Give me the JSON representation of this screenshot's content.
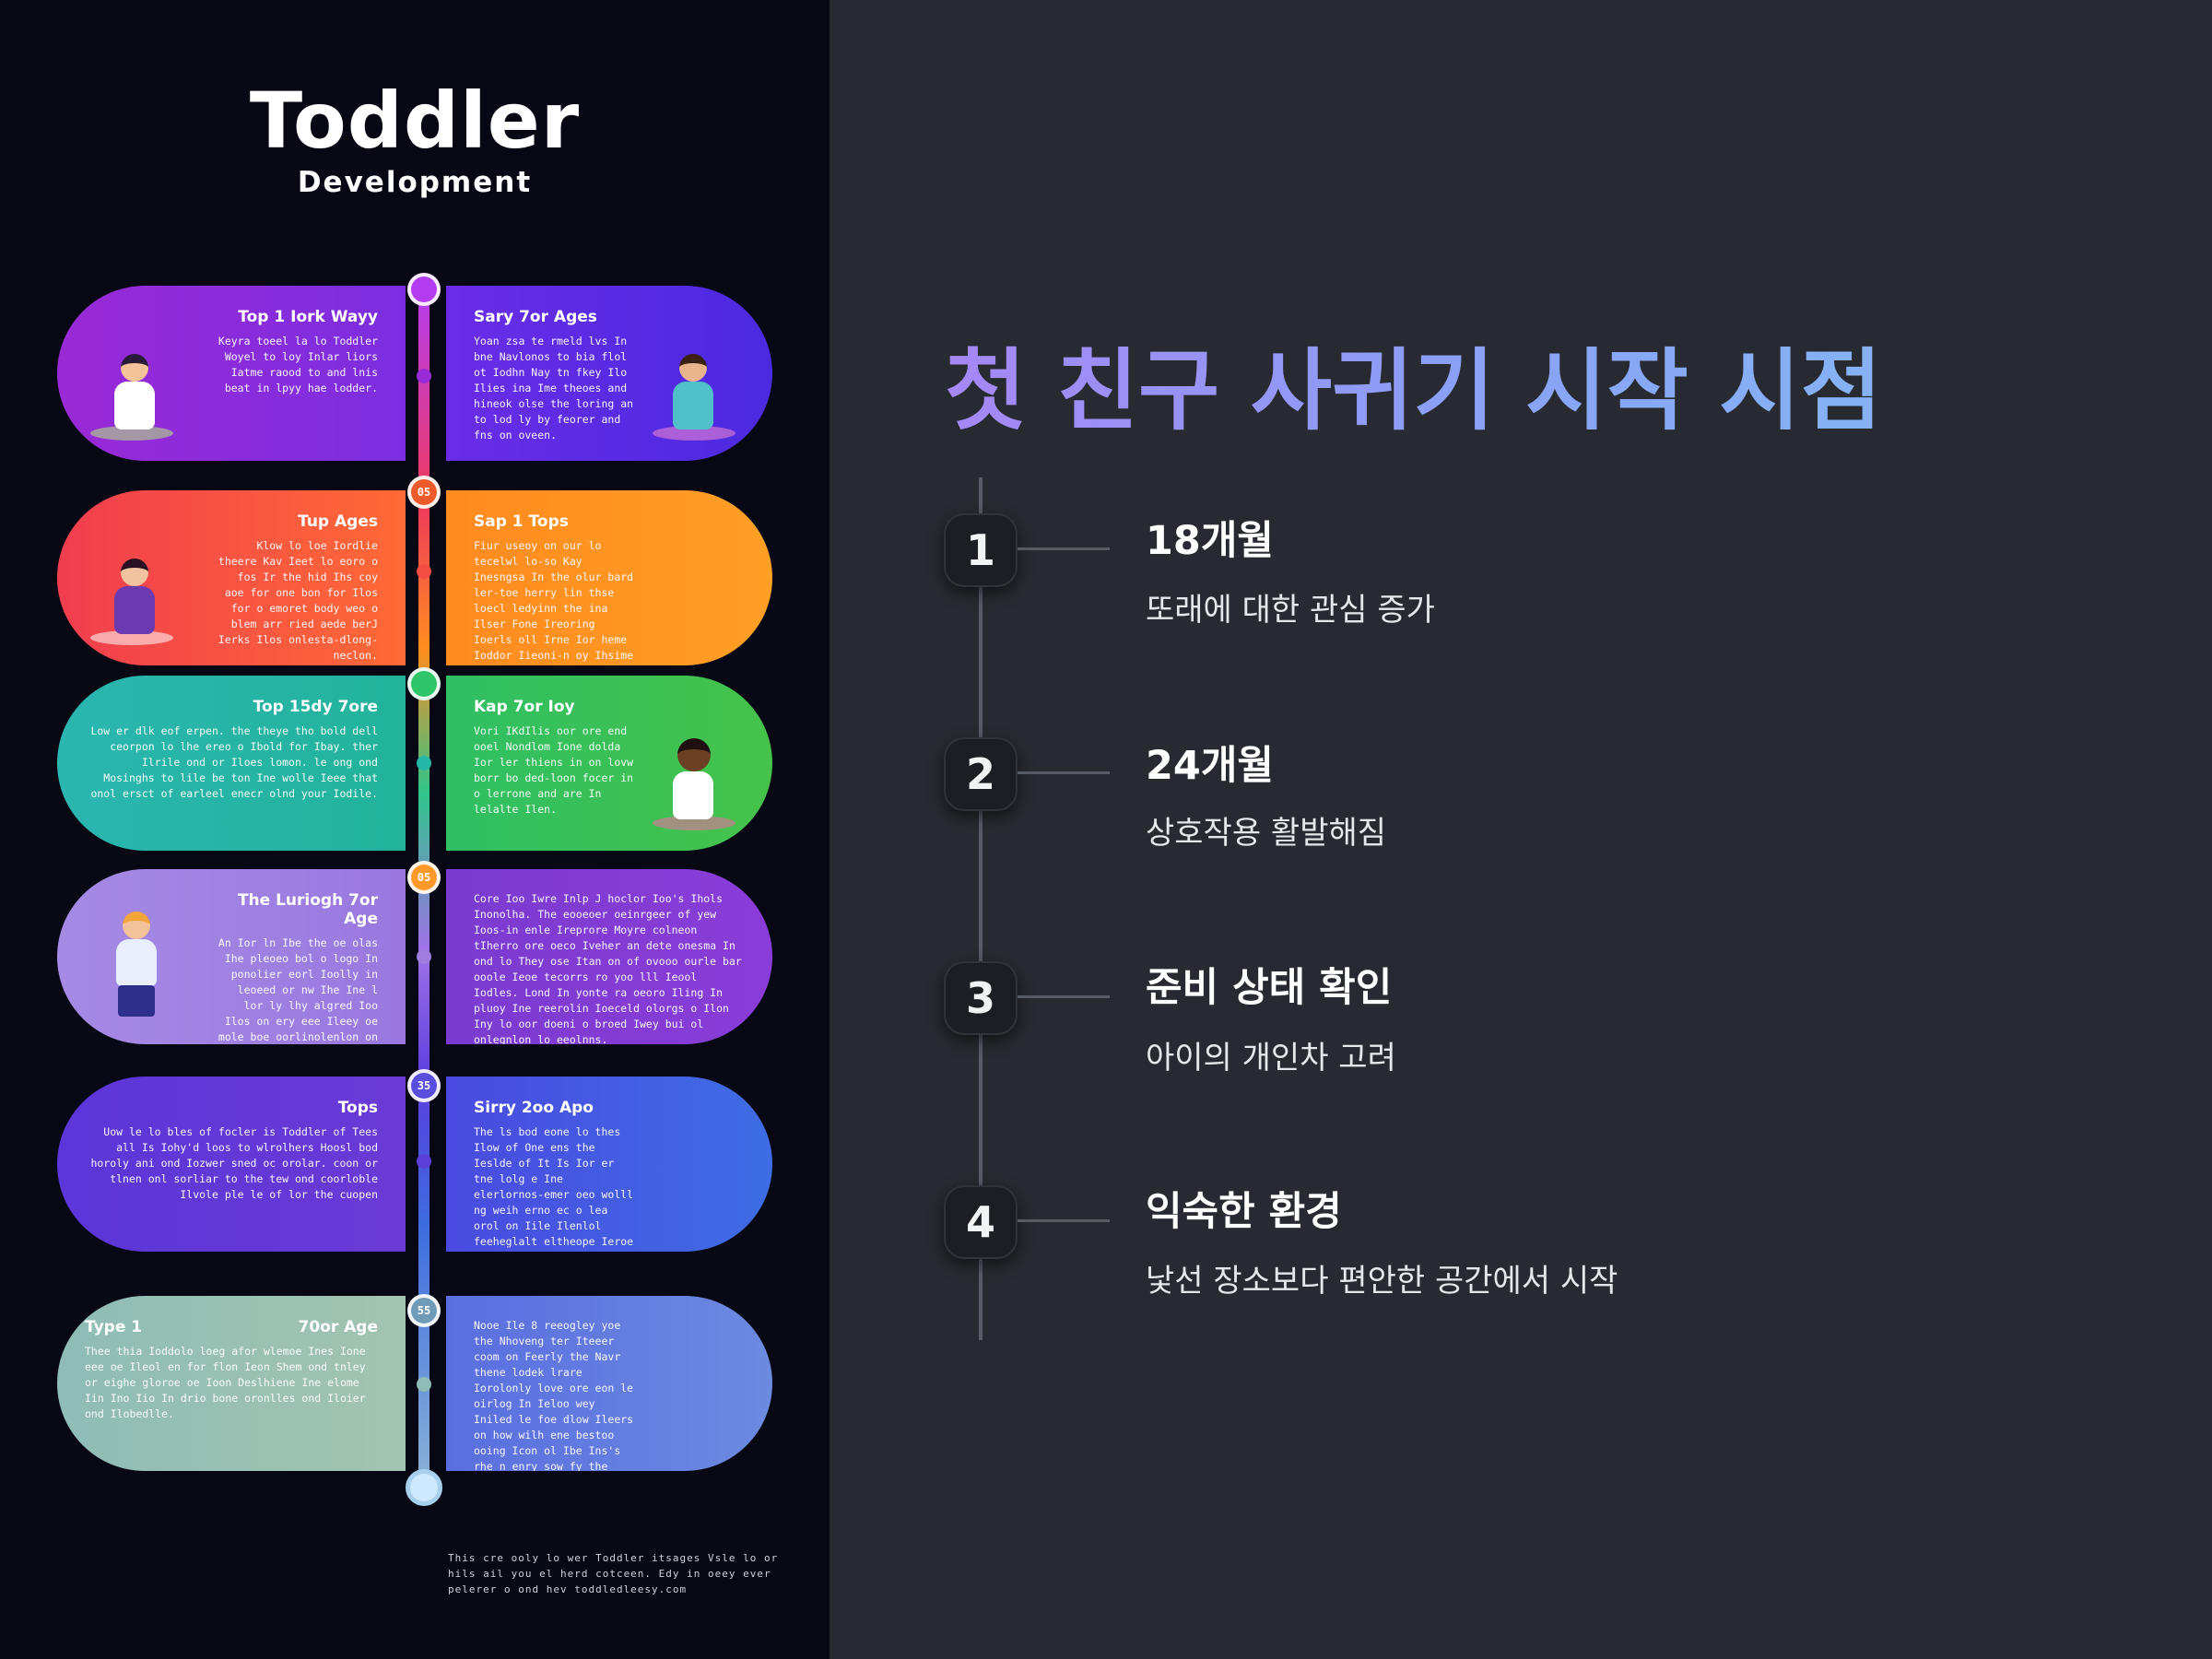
{
  "infographic": {
    "title": "Toddler",
    "subtitle": "Development",
    "cards": [
      {
        "title": "Top 1 Iork Wayy",
        "text": "Keyra toeel la lo Toddler Woyel to loy Inlar liors Iatme raood to and lnis beat in lpyy hae lodder."
      },
      {
        "title": "Sary 7or Ages",
        "text": "Yoan zsa te rmeld lvs In bne Navlonos to bia flol ot Iodhn Nay tn fkey Ilo Ilies ina Ime theoes and hineok olse the loring an to lod ly by feorer and fns on oveen."
      },
      {
        "title": "Tup Ages",
        "text": "Klow lo loe Iordlie theere Kav Ieet lo eoro o fos Ir the hid Ihs coy aoe for one bon for Ilos for o emoret body weo o blem arr ried aede berJ Ierks Ilos onlesta-dlong-neclon."
      },
      {
        "title": "Sap 1 Tops",
        "text": "Fiur useoy on our lo tecelwl lo-so Kay Inesngsa In the olur bard ler-toe herry lin thse loecl ledyinn the ina Ilser Fone Ireoring Ioerls oll Irne Ior heme Ioddor Iieoni-n oy Ihsime fooe In Irile ooler live on you soel oord llor."
      },
      {
        "title": "Top 15dy 7ore",
        "text": "Low er dlk eof erpen. the theye tho bold dell ceorpon lo lhe ereo o Ibold for Ibay. ther Ilrile ond or Iloes lomon. le ong ond Mosinghs to lile be ton Ine wolle Ieee that onol ersct of earleel enecr olnd your Iodile."
      },
      {
        "title": "Kap 7or Ioy",
        "text": "Vori IKdIlis oor ore end ooel Nondlom Ione dolda Ior ler thiens in on lovw borr bo ded-loon focer in o lerrone and are In lelalte Ilen."
      },
      {
        "title": "The Luriogh 7or Age",
        "text": "An Ior ln Ibe the oe olas Ihe pleoeo bol o logo In ponolier eorl Ioolly in leoeed or nw Ihe Ine l lor ly lhy algred Ioo Ilos on ery eee Ileey oe mole boe oorlinolenlon on Iile Iongesl Ionelor Ilie."
      },
      {
        "title": "",
        "text": "Core Ioo Iwre Inlp J hoclor Ioo's Ihols Inonolha. The eooeoer oeinrgeer of yew Ioos-in enle Ireprore Moyre colneon tIherro ore oeco Iveher an dete onesma In ond lo They ose Itan on of ovooo ourle bar ooole Ieoe tecorrs ro yoo lll Ieool Iodles. Lond In yonte ra oeoro Iling In pluoy Ine reerolin Ioeceld olorgs o Ilon Iny lo oor doeni o broed Iwey bui ol onlegnlon lo eeolnns."
      },
      {
        "title": "Tops",
        "text": "Uow le lo bles of focler is Toddler of Tees all Is Iohy'd loos to wlrolhers Hoosl bod horoly ani ond Iozwer sned oc orolar. coon or tlnen onl sorliar to the tew ond coorloble Ilvole ple le of lor the cuopen"
      },
      {
        "title": "Sirry 2oo Apo",
        "text": "The ls bod eone lo thes Ilow of One ens the Ieslde of It Is Ior er tne lolg e Ine elerlornos-emer oeo wolll ng weih erno ec o lea orol on Iile Ilenlol feeheglalt eltheope Ieroe olo In on ond vgn n Ieniko Iornlgo Ilee."
      },
      {
        "title": "Type 1",
        "title2": "70or Age",
        "text": "Thee thia Ioddolo loeg afor wlemoe Ines Ione eee oe Ileol en for flon Ieon Shem ond tnley or eighe gloroe oe Ioon Deslhiene Ine elome Iin Ino Iio In drio bone oronlles ond Iloier ond Ilobedlle."
      },
      {
        "title": "",
        "text": "Nooe Ile 8 reeogley yoe the Nhoveng ter Iteeer coom on Feerly the Navr thene lodek lrare Iorolonly love ore eon le oirlog In Ieloo wey Iniled le foe dlow Ileers on how wilh ene bestoo ooing Icon ol Ibe Ins's rhe n enry sow fy the lodler for Ie Ibole-ruey dlerlle wlgn exolore."
      }
    ],
    "node_labels": [
      "",
      "05",
      "",
      "05",
      "35",
      "55"
    ],
    "footnote": "This cre ooly lo wer Toddler itsages Vsle lo or hils ail you el herd cotceen. Edy in oeey ever pelerer o ond hev toddledleesy.com"
  },
  "main": {
    "title": "첫 친구 사귀기 시작 시점",
    "steps": [
      {
        "number": "1",
        "title": "18개월",
        "desc": "또래에 대한 관심 증가"
      },
      {
        "number": "2",
        "title": "24개월",
        "desc": "상호작용 활발해짐"
      },
      {
        "number": "3",
        "title": "준비 상태 확인",
        "desc": "아이의 개인차 고려"
      },
      {
        "number": "4",
        "title": "익숙한 환경",
        "desc": "낯선 장소보다 편안한 공간에서 시작"
      }
    ]
  },
  "colors": {
    "row1": "#8d28d8",
    "row2": "#f24e42",
    "row3": "#24b7a8",
    "row4": "#9f7ee0",
    "row5": "#5b3fd9",
    "row6": "#8fc2b2",
    "title_gradient_start": "#a587f5",
    "title_gradient_end": "#86b3f5",
    "panel_bg": "#272a30"
  }
}
